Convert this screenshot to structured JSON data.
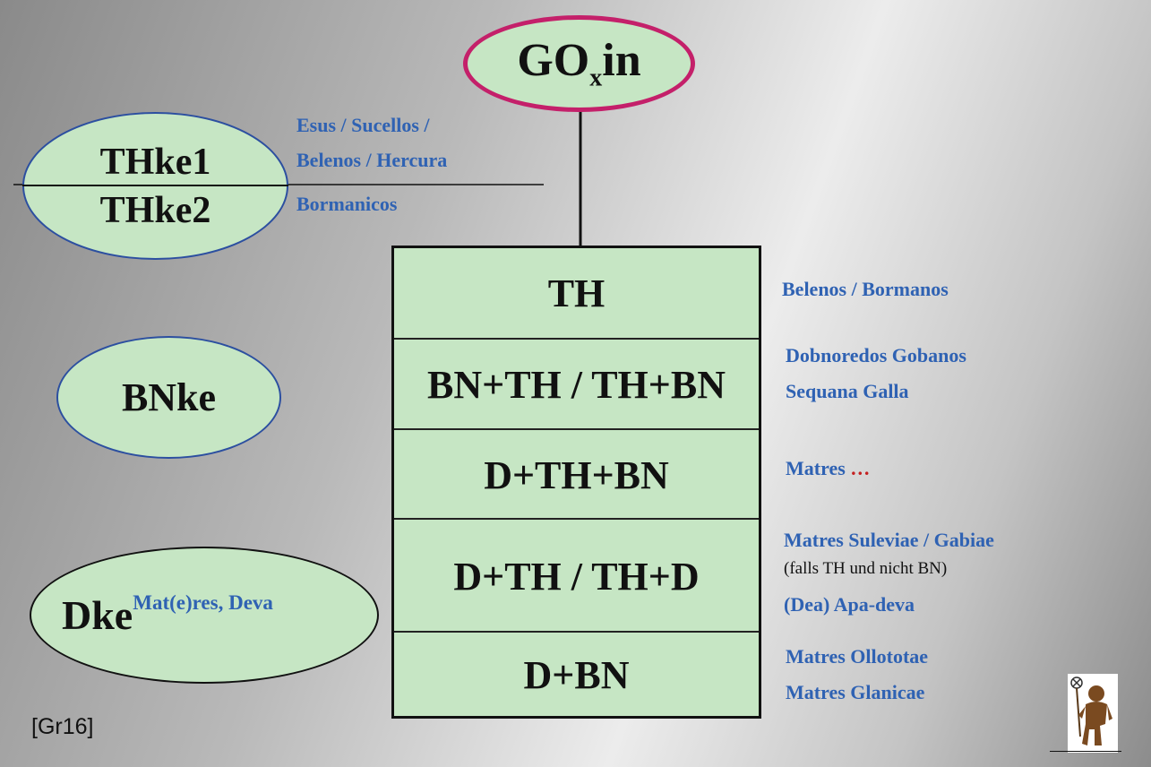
{
  "root": {
    "prefix": "GO",
    "sub": "x",
    "suffix": "in"
  },
  "thke": {
    "top": "THke1",
    "bottom": "THke2"
  },
  "thke_labels": {
    "line1": "Esus / Sucellos /",
    "line2": "Belenos / Hercura",
    "line3": "Bormanicos"
  },
  "bnke": {
    "label": "BNke"
  },
  "dke": {
    "label": "Dke",
    "sup": "Mat(e)res, Deva"
  },
  "rows": [
    {
      "label": "TH"
    },
    {
      "label": "BN+TH / TH+BN"
    },
    {
      "label": "D+TH+BN"
    },
    {
      "label": "D+TH / TH+D"
    },
    {
      "label": "D+BN"
    }
  ],
  "right_labels": {
    "r1": "Belenos / Bormanos",
    "r2a": "Dobnoredos Gobanos",
    "r2b": "Sequana Galla",
    "r3": "Matres",
    "r3_ellipsis": "…",
    "r4a": "Matres Suleviae / Gabiae",
    "r4b": "(falls TH und nicht BN)",
    "r4c": "(Dea) Apa-deva",
    "r5a": "Matres Ollototae",
    "r5b": "Matres Glanicae"
  },
  "footer": {
    "ref": "[Gr16]"
  },
  "colors": {
    "green_fill": "#c6e6c4",
    "blue_text": "#2f62b3",
    "root_border": "#c4206a",
    "ellipse_border": "#2c4fa0",
    "ellipsis": "#c42020"
  }
}
